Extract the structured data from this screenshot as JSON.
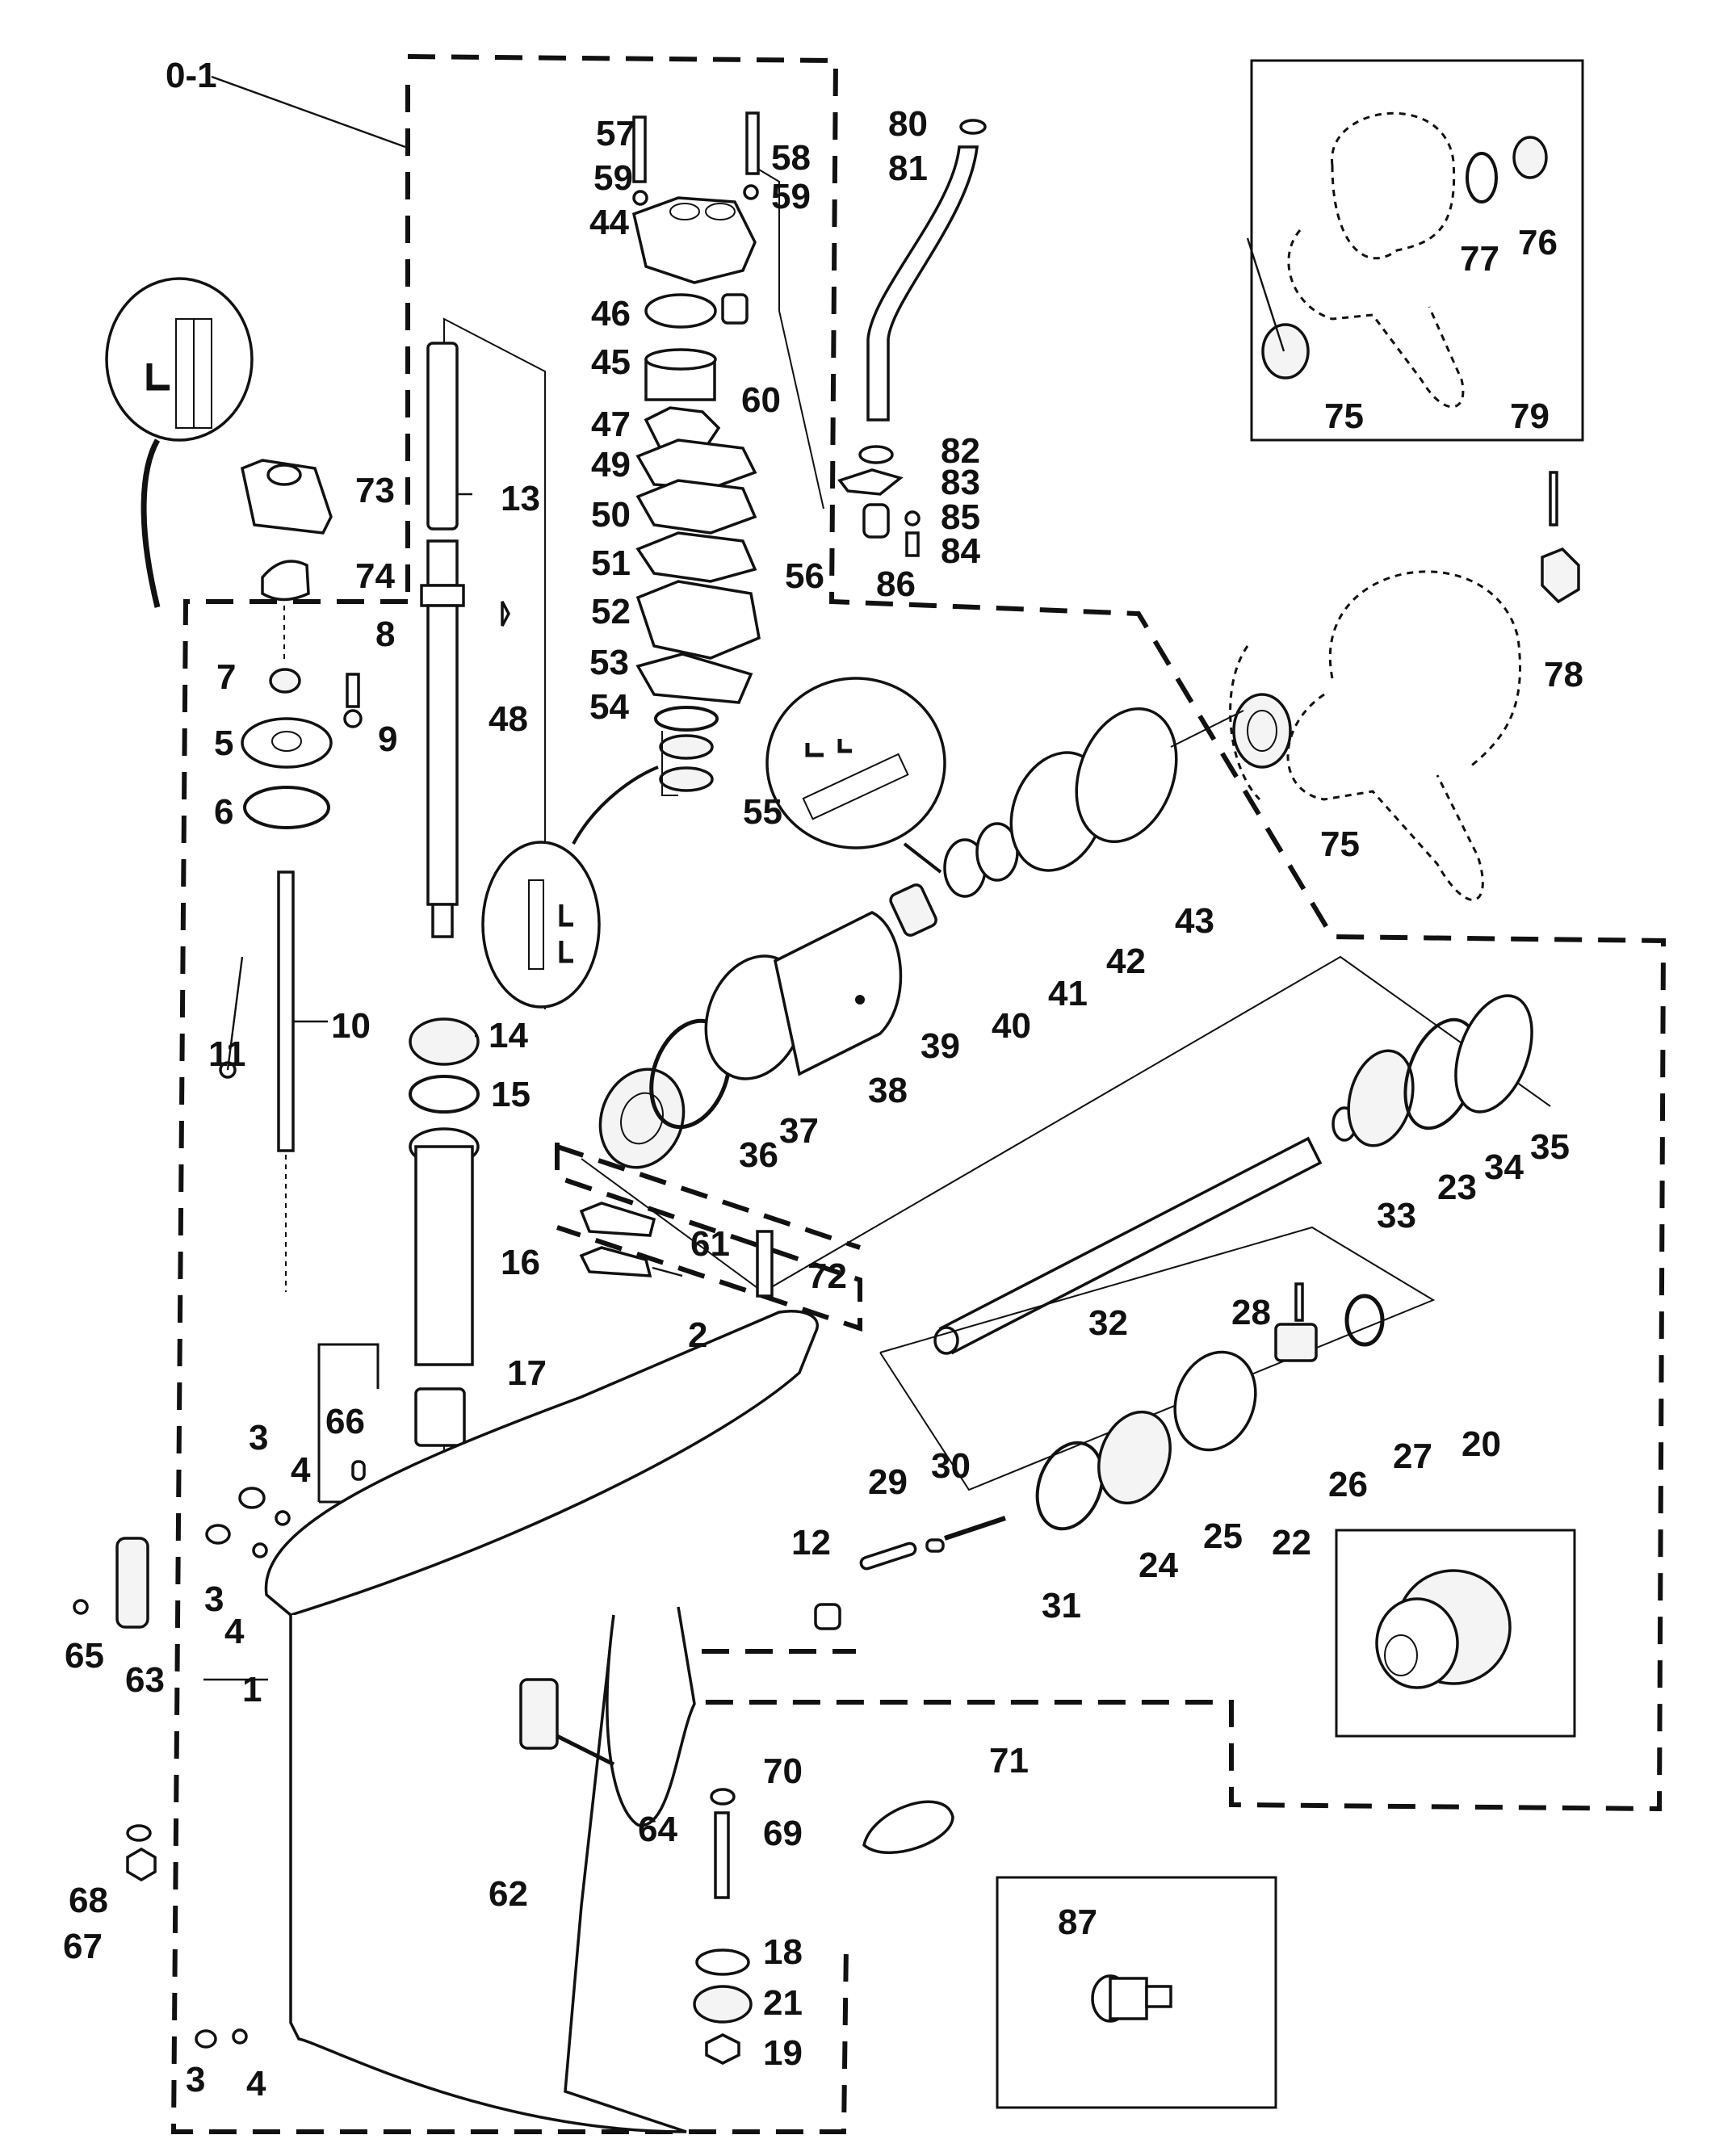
{
  "diagram": {
    "title": "Gear housing exploded parts view",
    "assembly_label": "0-1",
    "callouts": [
      {
        "id": "c1",
        "label": "1",
        "part": "gear-housing"
      },
      {
        "id": "c2",
        "label": "2",
        "part": "anode-plate"
      },
      {
        "id": "c3a",
        "label": "3",
        "part": "screw"
      },
      {
        "id": "c3b",
        "label": "3",
        "part": "screw"
      },
      {
        "id": "c3c",
        "label": "3",
        "part": "screw"
      },
      {
        "id": "c4a",
        "label": "4",
        "part": "washer"
      },
      {
        "id": "c4b",
        "label": "4",
        "part": "washer"
      },
      {
        "id": "c4c",
        "label": "4",
        "part": "washer"
      },
      {
        "id": "c5",
        "label": "5",
        "part": "shift-shaft-retainer"
      },
      {
        "id": "c6",
        "label": "6",
        "part": "o-ring"
      },
      {
        "id": "c7",
        "label": "7",
        "part": "oil-seal"
      },
      {
        "id": "c8",
        "label": "8",
        "part": "screw"
      },
      {
        "id": "c9",
        "label": "9",
        "part": "washer"
      },
      {
        "id": "c10",
        "label": "10",
        "part": "shift-shaft"
      },
      {
        "id": "c11",
        "label": "11",
        "part": "e-clip"
      },
      {
        "id": "c12",
        "label": "12",
        "part": "shift-cam"
      },
      {
        "id": "c13",
        "label": "13",
        "part": "drive-shaft"
      },
      {
        "id": "c14",
        "label": "14",
        "part": "tapered-bearing"
      },
      {
        "id": "c15",
        "label": "15",
        "part": "shim"
      },
      {
        "id": "c16",
        "label": "16",
        "part": "sleeve"
      },
      {
        "id": "c17",
        "label": "17",
        "part": "needle-bearing"
      },
      {
        "id": "c18",
        "label": "18",
        "part": "washer"
      },
      {
        "id": "c19",
        "label": "19",
        "part": "nut"
      },
      {
        "id": "c20",
        "label": "20",
        "part": "gear-set"
      },
      {
        "id": "c21",
        "label": "21",
        "part": "pinion-gear"
      },
      {
        "id": "c22",
        "label": "22",
        "part": "forward-gear"
      },
      {
        "id": "c23",
        "label": "23",
        "part": "reverse-gear"
      },
      {
        "id": "c24",
        "label": "24",
        "part": "shim"
      },
      {
        "id": "c25",
        "label": "25",
        "part": "ball-bearing"
      },
      {
        "id": "c26",
        "label": "26",
        "part": "clutch"
      },
      {
        "id": "c27",
        "label": "27",
        "part": "spring"
      },
      {
        "id": "c28",
        "label": "28",
        "part": "pin"
      },
      {
        "id": "c29",
        "label": "29",
        "part": "cam-follower"
      },
      {
        "id": "c30",
        "label": "30",
        "part": "ball"
      },
      {
        "id": "c31",
        "label": "31",
        "part": "spring"
      },
      {
        "id": "c32",
        "label": "32",
        "part": "propeller-shaft"
      },
      {
        "id": "c33",
        "label": "33",
        "part": "thrust-washer"
      },
      {
        "id": "c34",
        "label": "34",
        "part": "shim"
      },
      {
        "id": "c35",
        "label": "35",
        "part": "o-ring"
      },
      {
        "id": "c36",
        "label": "36",
        "part": "ball-bearing"
      },
      {
        "id": "c37",
        "label": "37",
        "part": "o-ring"
      },
      {
        "id": "c38",
        "label": "38",
        "part": "bearing-carrier"
      },
      {
        "id": "c39",
        "label": "39",
        "part": "ball"
      },
      {
        "id": "c40",
        "label": "40",
        "part": "needle-bearing"
      },
      {
        "id": "c41",
        "label": "41",
        "part": "oil-seals"
      },
      {
        "id": "c42",
        "label": "42",
        "part": "tab-washer"
      },
      {
        "id": "c43",
        "label": "43",
        "part": "cover-nut"
      },
      {
        "id": "c44",
        "label": "44",
        "part": "water-pump-body"
      },
      {
        "id": "c45",
        "label": "45",
        "part": "insert"
      },
      {
        "id": "c46",
        "label": "46",
        "part": "washer"
      },
      {
        "id": "c47",
        "label": "47",
        "part": "impeller"
      },
      {
        "id": "c48",
        "label": "48",
        "part": "key"
      },
      {
        "id": "c49",
        "label": "49",
        "part": "gasket"
      },
      {
        "id": "c50",
        "label": "50",
        "part": "face-plate"
      },
      {
        "id": "c51",
        "label": "51",
        "part": "gasket"
      },
      {
        "id": "c52",
        "label": "52",
        "part": "water-pump-base"
      },
      {
        "id": "c53",
        "label": "53",
        "part": "gasket"
      },
      {
        "id": "c54",
        "label": "54",
        "part": "o-ring"
      },
      {
        "id": "c55",
        "label": "55",
        "part": "oil-seals"
      },
      {
        "id": "c56",
        "label": "56",
        "part": "dowel-pin"
      },
      {
        "id": "c57",
        "label": "57",
        "part": "screw"
      },
      {
        "id": "c58",
        "label": "58",
        "part": "screw"
      },
      {
        "id": "c59a",
        "label": "59",
        "part": "washer"
      },
      {
        "id": "c59b",
        "label": "59",
        "part": "washer"
      },
      {
        "id": "c60",
        "label": "60",
        "part": "seal"
      },
      {
        "id": "c61",
        "label": "61",
        "part": "plate"
      },
      {
        "id": "c62",
        "label": "62",
        "part": "water-inlet-screen"
      },
      {
        "id": "c63",
        "label": "63",
        "part": "water-inlet-screen"
      },
      {
        "id": "c64",
        "label": "64",
        "part": "screw"
      },
      {
        "id": "c65",
        "label": "65",
        "part": "nut"
      },
      {
        "id": "c66",
        "label": "66",
        "part": "dowel-pin"
      },
      {
        "id": "c67",
        "label": "67",
        "part": "nut"
      },
      {
        "id": "c68",
        "label": "68",
        "part": "washer"
      },
      {
        "id": "c69",
        "label": "69",
        "part": "stud"
      },
      {
        "id": "c70",
        "label": "70",
        "part": "washer"
      },
      {
        "id": "c71",
        "label": "71",
        "part": "trim-tab"
      },
      {
        "id": "c72",
        "label": "72",
        "part": "screw"
      },
      {
        "id": "c73",
        "label": "73",
        "part": "shift-lever"
      },
      {
        "id": "c74",
        "label": "74",
        "part": "grommet"
      },
      {
        "id": "c75a",
        "label": "75",
        "part": "thrust-hub"
      },
      {
        "id": "c75b",
        "label": "75",
        "part": "thrust-hub"
      },
      {
        "id": "c76",
        "label": "76",
        "part": "hub"
      },
      {
        "id": "c77",
        "label": "77",
        "part": "retainer"
      },
      {
        "id": "c78",
        "label": "78",
        "part": "prop-nut"
      },
      {
        "id": "c79",
        "label": "79",
        "part": "cotter-pin"
      },
      {
        "id": "c80",
        "label": "80",
        "part": "grommet"
      },
      {
        "id": "c81",
        "label": "81",
        "part": "water-tube"
      },
      {
        "id": "c82",
        "label": "82",
        "part": "grommet"
      },
      {
        "id": "c83",
        "label": "83",
        "part": "plate"
      },
      {
        "id": "c84",
        "label": "84",
        "part": "screw"
      },
      {
        "id": "c85",
        "label": "85",
        "part": "washer"
      },
      {
        "id": "c86",
        "label": "86",
        "part": "seal"
      },
      {
        "id": "c87",
        "label": "87",
        "part": "speedometer-fitting"
      }
    ],
    "insets": [
      {
        "name": "propeller-hub-inset",
        "callouts": [
          "75",
          "76",
          "77"
        ]
      },
      {
        "name": "gear-set-inset",
        "callouts": [
          "20"
        ]
      },
      {
        "name": "speedometer-fitting-inset",
        "callouts": [
          "87"
        ]
      },
      {
        "name": "seal-lip-detail-shift-shaft"
      },
      {
        "name": "seal-lip-detail-driveshaft"
      },
      {
        "name": "seal-lip-detail-carrier"
      }
    ]
  }
}
